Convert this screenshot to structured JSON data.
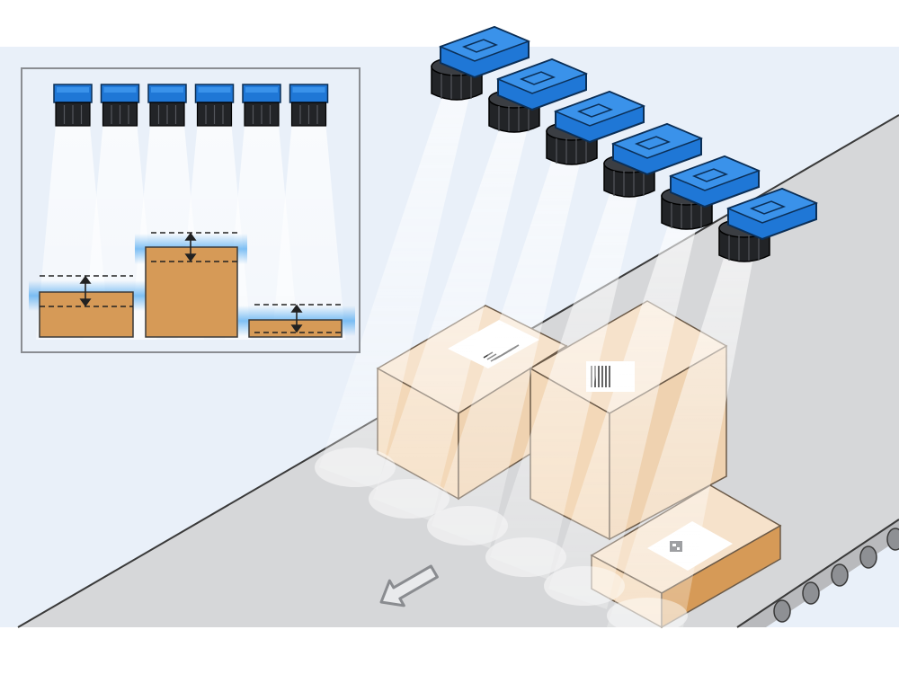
{
  "scene": {
    "camera_count": 6,
    "inset_camera_count": 6,
    "conveyor_direction": "arrow-toward-bottom-left",
    "parcels": [
      {
        "size": "medium",
        "label": "barcode-label"
      },
      {
        "size": "tall",
        "label": "barcode-label"
      },
      {
        "size": "flat",
        "label": "2d-code-label"
      }
    ],
    "inset_box_heights": [
      {
        "level": "medium"
      },
      {
        "level": "tall"
      },
      {
        "level": "low"
      }
    ]
  },
  "colors": {
    "background": "#e9f0f9",
    "frame_white": "#ffffff",
    "camera_blue": "#1f77d6",
    "camera_dark": "#222427",
    "cardboard": "#d69a57",
    "cardboard_light": "#f3dcc1",
    "conveyor_gray": "#d6d7d9",
    "line_dark": "#3a3a3a",
    "light_beam": "#ffffff"
  },
  "icons": [
    "camera-icon",
    "barcode-icon",
    "qr-code-icon",
    "direction-arrow-icon",
    "height-measure-arrow-icon"
  ]
}
